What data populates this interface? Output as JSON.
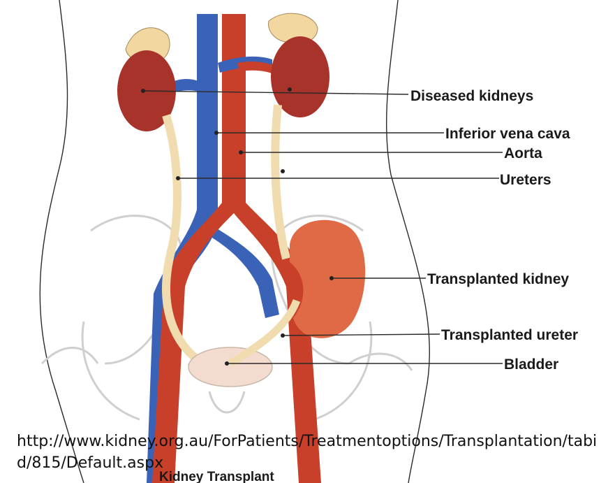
{
  "labels": {
    "diseased_kidneys": "Diseased kidneys",
    "inferior_vena_cava": "Inferior vena cava",
    "aorta": "Aorta",
    "ureters": "Ureters",
    "transplanted_kidney": "Transplanted kidney",
    "transplanted_ureter": "Transplanted ureter",
    "bladder": "Bladder"
  },
  "title": "Kidney Transplant",
  "source_url": "http://www.kidney.org.au/ForPatients/Treatmentoptions/Transplantation/tabid/815/Default.aspx",
  "colors": {
    "vein": "#3a63b8",
    "artery": "#c8402a",
    "kidney": "#a8332a",
    "transplanted_kidney": "#e06a45",
    "ureter": "#f0dcae",
    "adrenal": "#f2d7a0",
    "bladder": "#f3dccf",
    "bone": "#e9e9e9"
  }
}
